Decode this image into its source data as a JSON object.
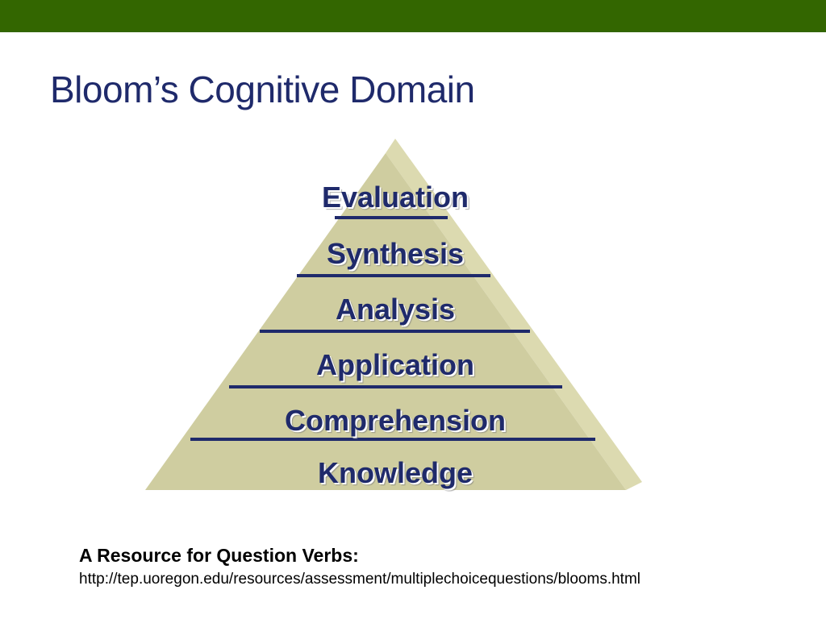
{
  "slide": {
    "title": "Bloom’s Cognitive Domain",
    "accent_color": "#336600",
    "title_color": "#1f2a6b"
  },
  "pyramid": {
    "fill_color": "#cfcda0",
    "side_color": "#dcdab0",
    "text_color": "#1f2a6b",
    "tiers": [
      {
        "label": "Evaluation"
      },
      {
        "label": "Synthesis"
      },
      {
        "label": "Analysis"
      },
      {
        "label": "Application"
      },
      {
        "label": "Comprehension"
      },
      {
        "label": "Knowledge"
      }
    ]
  },
  "resource": {
    "label": "A Resource for Question Verbs:",
    "url": "http://tep.uoregon.edu/resources/assessment/multiplechoicequestions/blooms.html",
    "text_color": "#000000"
  }
}
